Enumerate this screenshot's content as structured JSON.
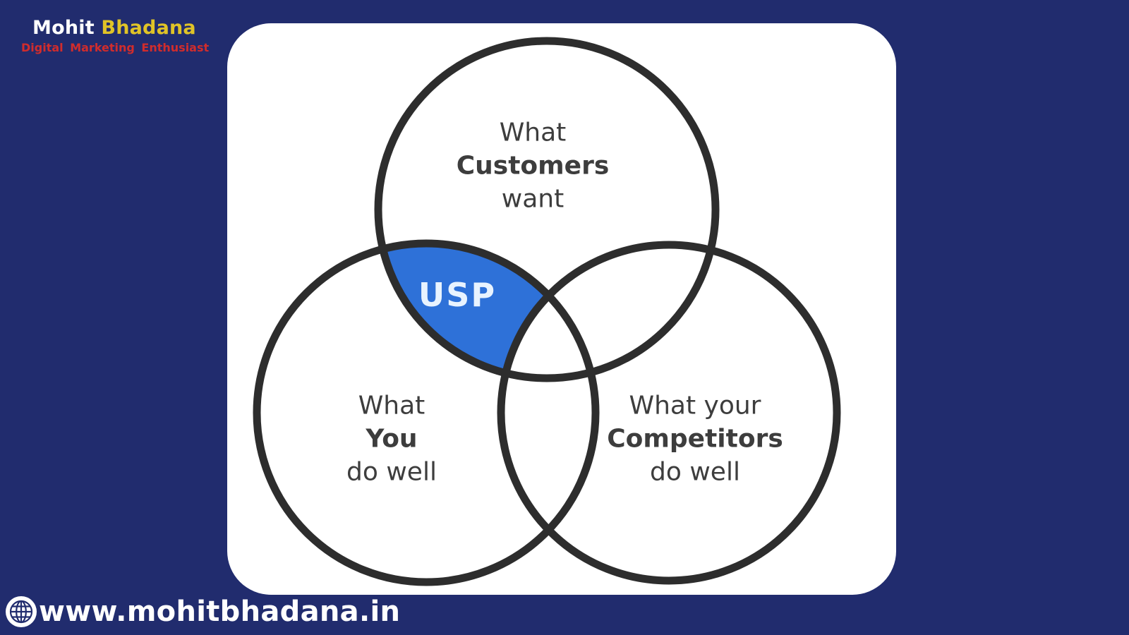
{
  "background_color": "#212c6e",
  "header": {
    "first_name": "Mohit",
    "last_name": "Bhadana",
    "subtitle": "Digital Marketing Enthusiast",
    "first_name_color": "#ffffff",
    "last_name_color": "#e0c327",
    "subtitle_color": "#d12c2c"
  },
  "diagram": {
    "type": "venn",
    "card_color": "#ffffff",
    "circle_stroke_color": "#2d2d2d",
    "label_text_color": "#3d3d3d",
    "intersection_fill_color": "#2e71d8",
    "center_label": "USP",
    "center_label_color": "#e8f3ff",
    "circles": [
      {
        "id": "customers",
        "lines": [
          "What",
          "Customers",
          "want"
        ]
      },
      {
        "id": "you",
        "lines": [
          "What",
          "You",
          "do well"
        ]
      },
      {
        "id": "competitors",
        "lines": [
          "What your",
          "Competitors",
          "do well"
        ]
      }
    ]
  },
  "footer": {
    "website": "www.mohitbhadana.in",
    "icon": "globe-icon",
    "text_color": "#ffffff"
  }
}
